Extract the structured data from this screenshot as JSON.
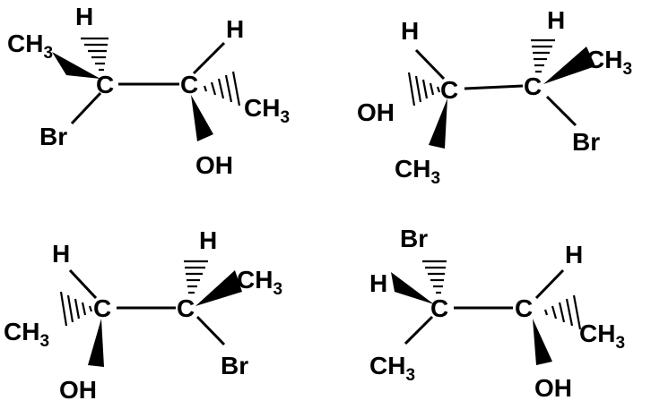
{
  "structures": [
    {
      "id": "structure-1",
      "atoms": {
        "c_left": "C",
        "c_right": "C",
        "h_left": "H",
        "ch3_left_main": "CH",
        "ch3_left_sub": "3",
        "br": "Br",
        "h_right": "H",
        "ch3_right_main": "CH",
        "ch3_right_sub": "3",
        "oh": "OH"
      }
    },
    {
      "id": "structure-2",
      "atoms": {
        "c_left": "C",
        "c_right": "C",
        "h_left": "H",
        "oh": "OH",
        "ch3_left_main": "CH",
        "ch3_left_sub": "3",
        "h_right": "H",
        "ch3_right_main": "CH",
        "ch3_right_sub": "3",
        "br": "Br"
      }
    },
    {
      "id": "structure-3",
      "atoms": {
        "c_left": "C",
        "c_right": "C",
        "h_left": "H",
        "ch3_left_main": "CH",
        "ch3_left_sub": "3",
        "oh": "OH",
        "h_right": "H",
        "ch3_right_main": "CH",
        "ch3_right_sub": "3",
        "br": "Br"
      }
    },
    {
      "id": "structure-4",
      "atoms": {
        "c_left": "C",
        "c_right": "C",
        "br": "Br",
        "h_left": "H",
        "ch3_left_main": "CH",
        "ch3_left_sub": "3",
        "h_right": "H",
        "ch3_right_main": "CH",
        "ch3_right_sub": "3",
        "oh": "OH"
      }
    }
  ]
}
